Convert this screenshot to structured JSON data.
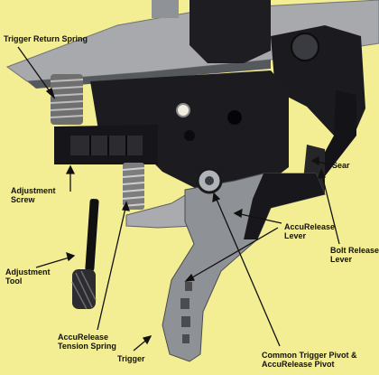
{
  "labels": {
    "trigger_return_spring": "Trigger Return Spring",
    "sear": "Sear",
    "adjustment_screw": [
      "Adjustment",
      "Screw"
    ],
    "accurelease_lever": [
      "AccuRelease",
      "Lever"
    ],
    "bolt_release_lever": [
      "Bolt Release",
      "Lever"
    ],
    "adjustment_tool": [
      "Adjustment",
      "Tool"
    ],
    "accurelease_tension_spring": [
      "AccuRelease",
      "Tension Spring"
    ],
    "trigger": "Trigger",
    "common_pivot": [
      "Common Trigger Pivot &",
      "AccuRelease Pivot"
    ]
  },
  "colors": {
    "background": "#f3ee93",
    "housing": "#1c1c20",
    "silver": "#a7a9ad",
    "trigger_metal": "#8e9196",
    "spring": "#7d7d7d"
  }
}
